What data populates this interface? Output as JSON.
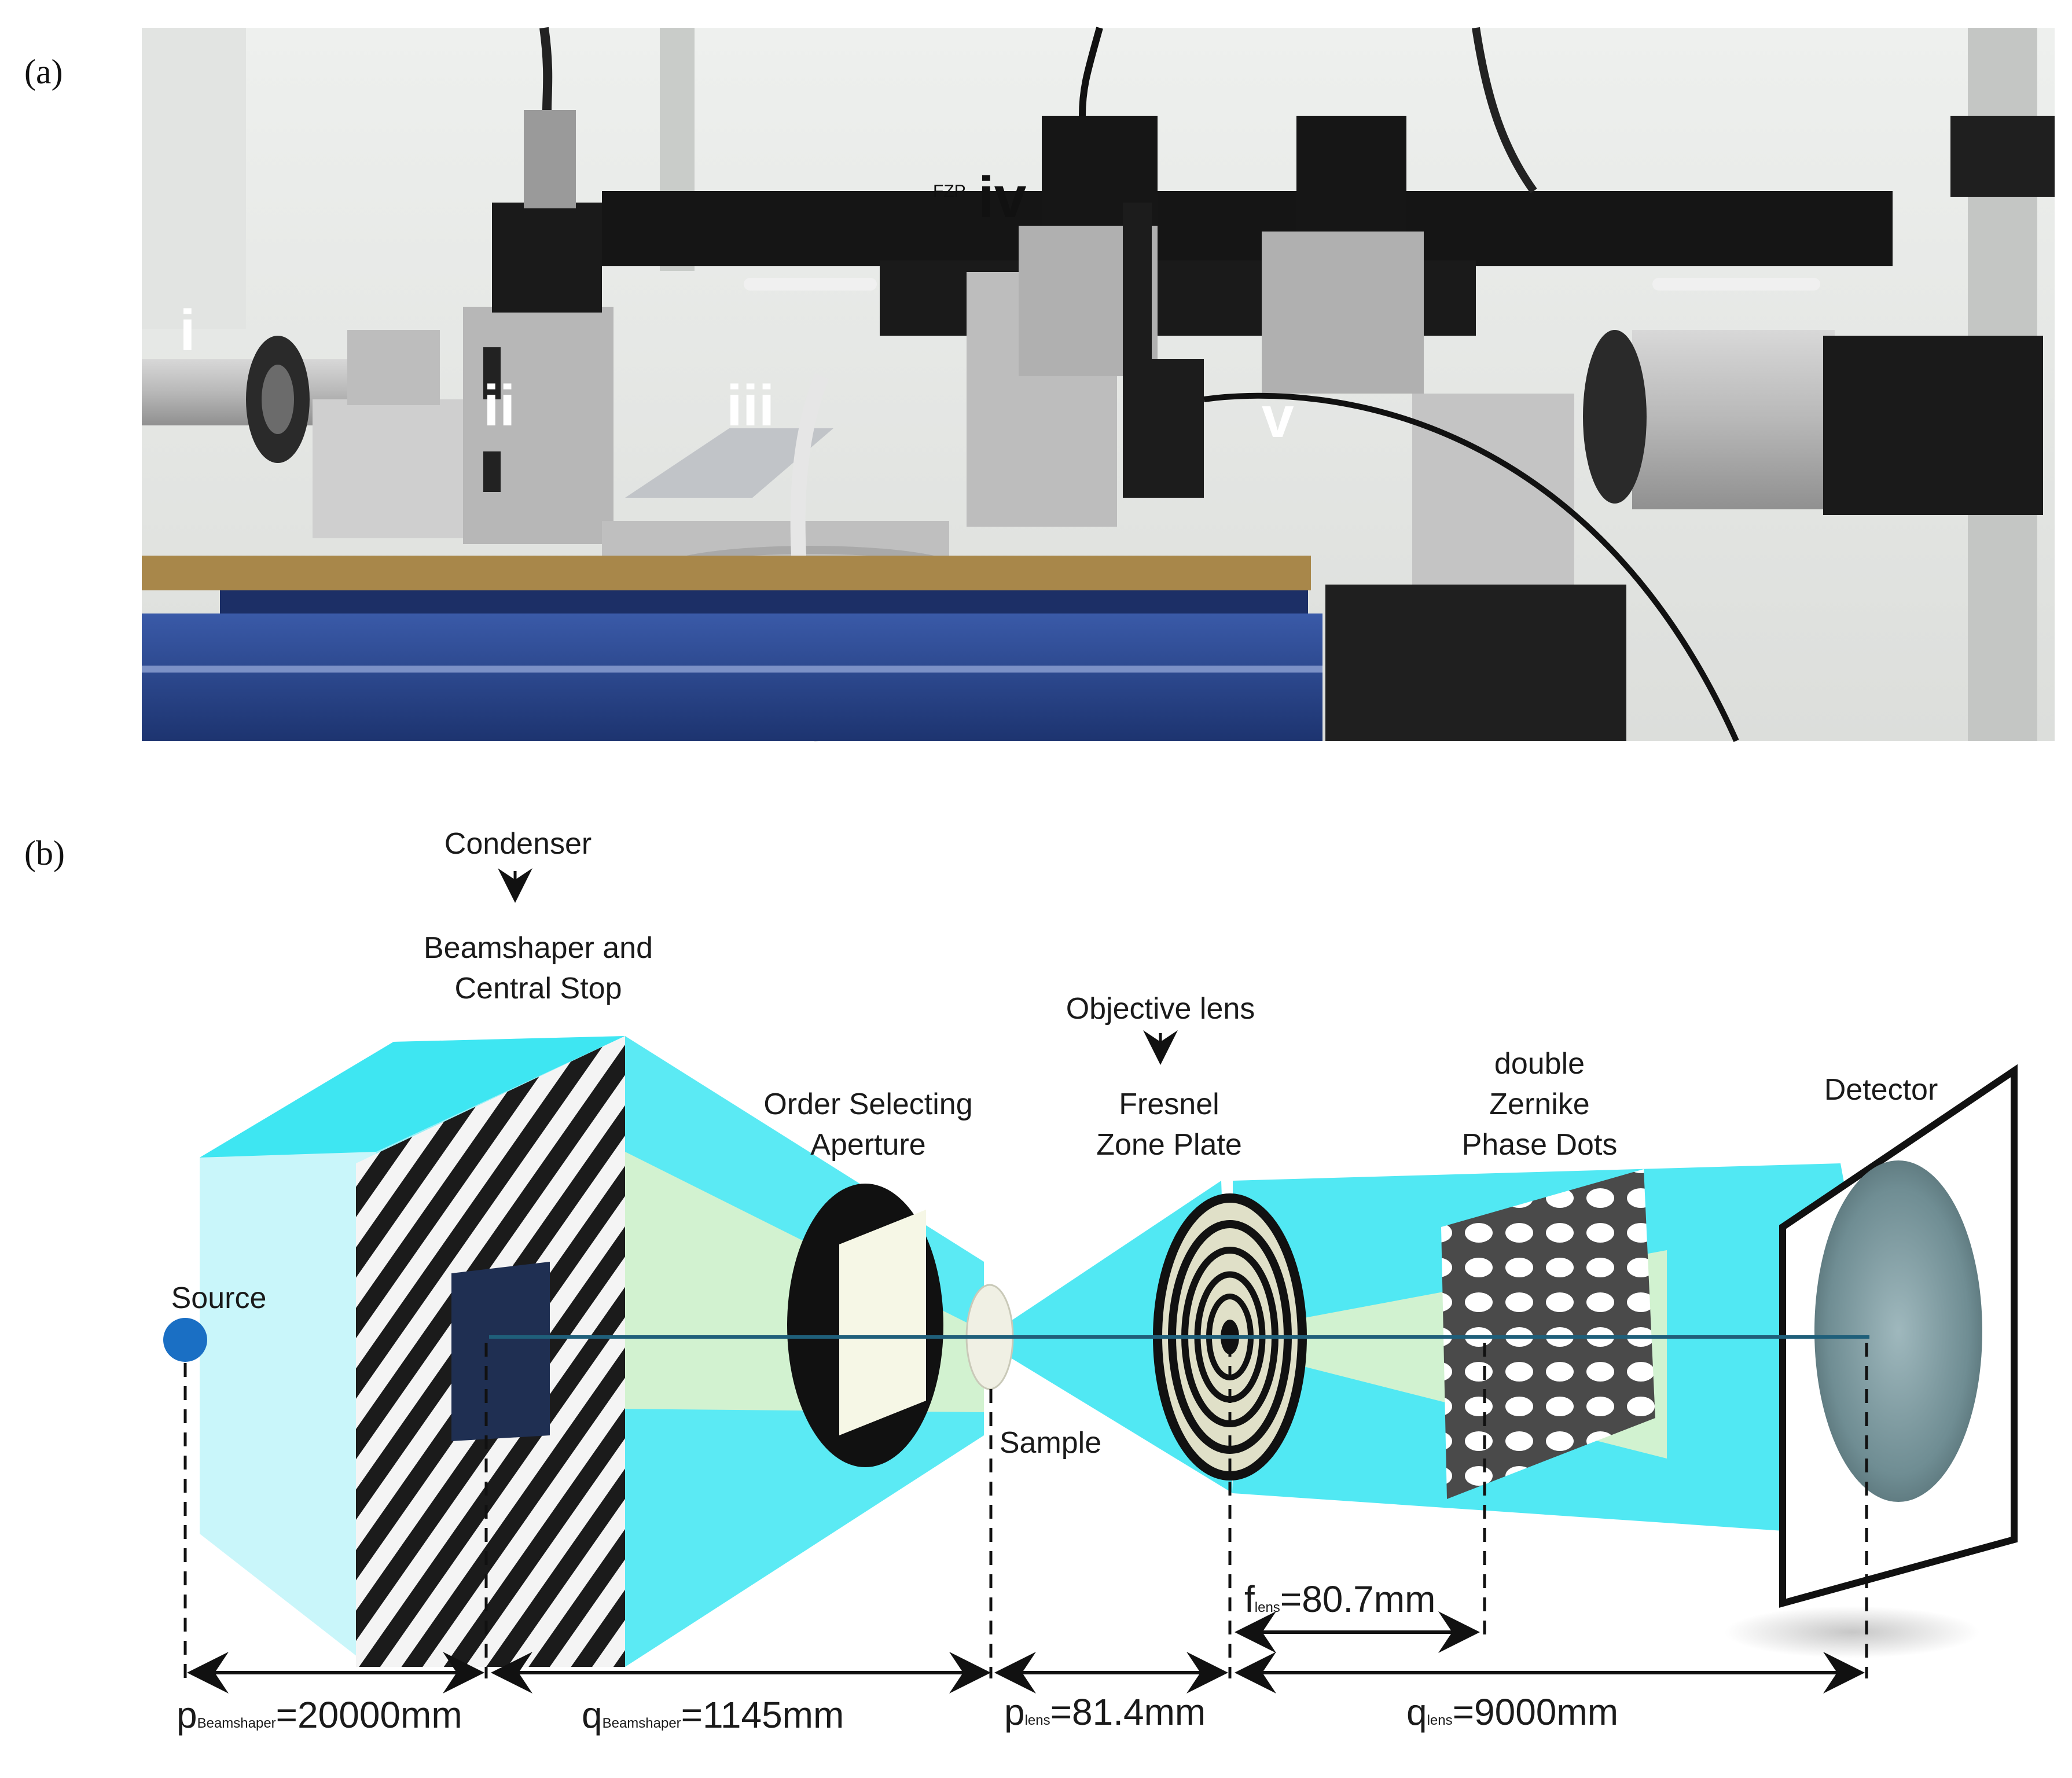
{
  "panels": {
    "a": "(a)",
    "b": "(b)"
  },
  "photo": {
    "labels": [
      "i",
      "ii",
      "iii",
      "iv",
      "v"
    ],
    "fzp_tag": "FZP"
  },
  "diagram": {
    "condenser": "Condenser",
    "beamshaper_line1": "Beamshaper and",
    "beamshaper_line2": "Central Stop",
    "osa_line1": "Order Selecting",
    "osa_line2": "Aperture",
    "objective": "Objective lens",
    "fzp_line1": "Fresnel",
    "fzp_line2": "Zone Plate",
    "zernike_line1": "double",
    "zernike_line2": "Zernike",
    "zernike_line3": "Phase Dots",
    "detector": "Detector",
    "source": "Source",
    "sample": "Sample",
    "dims": {
      "p_beam": {
        "main": "p",
        "sub": "Beamshaper",
        "value": "=20000mm"
      },
      "q_beam": {
        "main": "q",
        "sub": "Beamshaper",
        "value": "=1145mm"
      },
      "p_lens": {
        "main": "p",
        "sub": "lens",
        "value": "=81.4mm"
      },
      "q_lens": {
        "main": "q",
        "sub": "lens",
        "value": "=9000mm"
      },
      "f_lens": {
        "main": "f",
        "sub": "lens",
        "value": "=80.7mm"
      }
    }
  },
  "colors": {
    "beam": "#3ee6f2",
    "beam_light": "#c9f6fa",
    "axis": "#1f5f7a",
    "source": "#1a6fc4",
    "frame": "#2c4f9a",
    "rail": "#111111"
  }
}
